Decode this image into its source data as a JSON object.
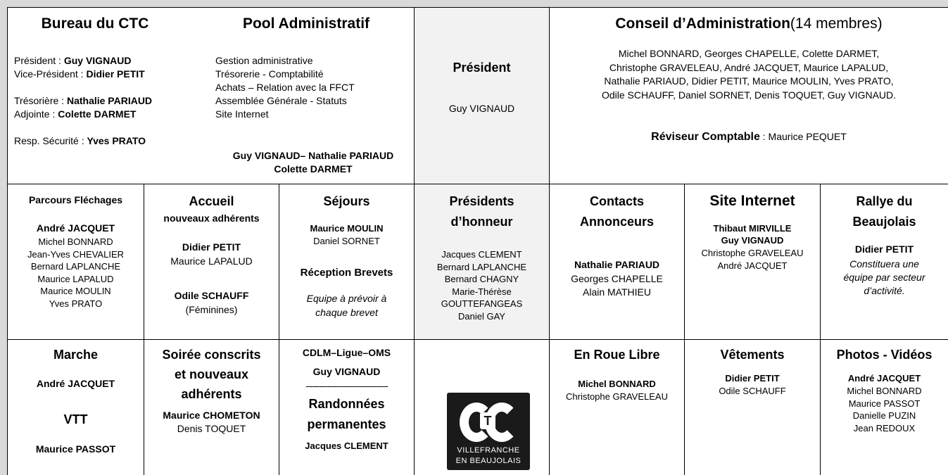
{
  "bureau": {
    "title": "Bureau du CTC",
    "president_label": "Président : ",
    "president_name": "Guy VIGNAUD",
    "vice_label": "Vice-Président : ",
    "vice_name": "Didier PETIT",
    "tresoriere_label": "Trésorière : ",
    "tresoriere_name": "Nathalie PARIAUD",
    "adjointe_label": "Adjointe : ",
    "adjointe_name": "Colette DARMET",
    "securite_label": "Resp. Sécurité : ",
    "securite_name": "Yves PRATO"
  },
  "pool": {
    "title": "Pool Administratif",
    "items": [
      "Gestion administrative",
      "Trésorerie - Comptabilité",
      "Achats – Relation avec la FFCT",
      "Assemblée Générale - Statuts",
      "Site Internet"
    ],
    "members_line1": "Guy VIGNAUD– Nathalie PARIAUD",
    "members_line2": "Colette DARMET"
  },
  "president": {
    "title": "Président",
    "name": "Guy VIGNAUD"
  },
  "conseil": {
    "title": "Conseil d’Administration",
    "count": "(14 membres)",
    "lines": [
      "Michel BONNARD, Georges CHAPELLE, Colette DARMET,",
      "Christophe GRAVELEAU, André JACQUET, Maurice LAPALUD,",
      "Nathalie PARIAUD, Didier PETIT, Maurice MOULIN, Yves PRATO,",
      "Odile SCHAUFF, Daniel SORNET, Denis TOQUET, Guy VIGNAUD."
    ],
    "reviseur_label": "Réviseur Comptable",
    "reviseur_name": " : Maurice PEQUET"
  },
  "parcours": {
    "title": "Parcours Fléchages",
    "lead": "André JACQUET",
    "members": [
      "Michel BONNARD",
      "Jean-Yves CHEVALIER",
      "Bernard LAPLANCHE",
      "Maurice LAPALUD",
      "Maurice MOULIN",
      "Yves PRATO"
    ]
  },
  "accueil": {
    "title": "Accueil",
    "subtitle": "nouveaux adhérents",
    "lead": "Didier PETIT",
    "member": "Maurice LAPALUD",
    "lead2": "Odile SCHAUFF",
    "note": "(Féminines)"
  },
  "sejours": {
    "title": "Séjours",
    "lead": "Maurice MOULIN",
    "member": "Daniel SORNET",
    "reception_title": "Réception Brevets",
    "reception_note1": "Equipe à prévoir à",
    "reception_note2": "chaque brevet"
  },
  "honneur": {
    "title1": "Présidents",
    "title2": "d’honneur",
    "members": [
      "Jacques CLEMENT",
      "Bernard LAPLANCHE",
      "Bernard CHAGNY",
      "Marie-Thérèse",
      "GOUTTEFANGEAS",
      "Daniel GAY"
    ]
  },
  "contacts": {
    "title1": "Contacts",
    "title2": "Annonceurs",
    "lead": "Nathalie PARIAUD",
    "members": [
      "Georges CHAPELLE",
      "Alain MATHIEU"
    ]
  },
  "site": {
    "title": "Site Internet",
    "lead1": "Thibaut MIRVILLE",
    "lead2": "Guy VIGNAUD",
    "members": [
      "Christophe GRAVELEAU",
      "André JACQUET"
    ]
  },
  "rallye": {
    "title1": "Rallye du",
    "title2": "Beaujolais",
    "lead": "Didier PETIT",
    "note": [
      "Constituera une",
      "équipe par secteur",
      "d’activité."
    ]
  },
  "marche": {
    "title": "Marche",
    "lead": "André JACQUET",
    "vtt_title": "VTT",
    "vtt_lead": "Maurice PASSOT"
  },
  "soiree": {
    "title": [
      "Soirée conscrits",
      "et nouveaux",
      "adhérents"
    ],
    "lead": "Maurice CHOMETON",
    "member": "Denis TOQUET"
  },
  "cdlm": {
    "title": "CDLM–Ligue–OMS",
    "lead": "Guy VIGNAUD",
    "separator": "-----------------------------------",
    "rando_title": [
      "Randonnées",
      "permanentes"
    ],
    "rando_lead": "Jacques CLEMENT"
  },
  "logo": {
    "letter": "T",
    "line1": "VILLEFRANCHE",
    "line2": "EN BEAUJOLAIS"
  },
  "roue": {
    "title": "En Roue Libre",
    "lead": "Michel BONNARD",
    "member": "Christophe GRAVELEAU"
  },
  "vetements": {
    "title": "Vêtements",
    "lead": "Didier PETIT",
    "member": "Odile SCHAUFF"
  },
  "photos": {
    "title": "Photos - Vidéos",
    "lead": "André JACQUET",
    "members": [
      "Michel BONNARD",
      "Maurice PASSOT",
      "Danielle PUZIN",
      "Jean REDOUX"
    ]
  }
}
